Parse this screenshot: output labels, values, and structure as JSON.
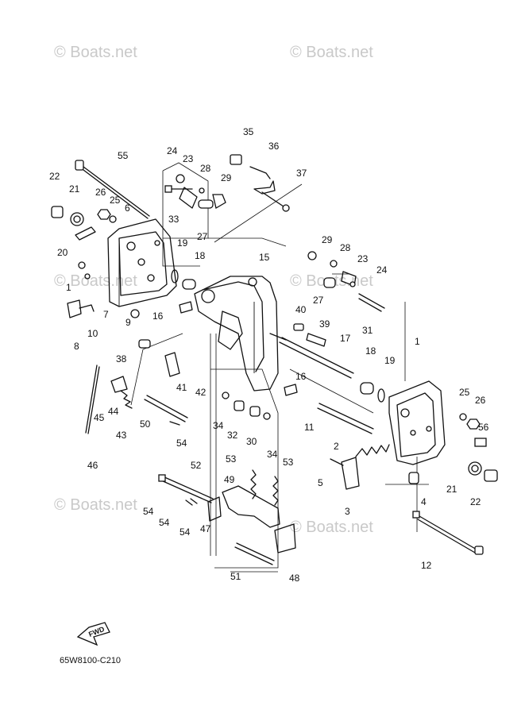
{
  "watermark": {
    "text": "© Boats.net"
  },
  "diagram": {
    "code": "65W8100-C210",
    "fwd_label": "FWD",
    "callouts": [
      "55",
      "22",
      "21",
      "26",
      "25",
      "6",
      "24",
      "23",
      "28",
      "29",
      "33",
      "27",
      "35",
      "36",
      "37",
      "20",
      "19",
      "18",
      "15",
      "29",
      "28",
      "23",
      "24",
      "1",
      "10",
      "7",
      "8",
      "9",
      "16",
      "40",
      "39",
      "27",
      "31",
      "38",
      "41",
      "42",
      "17",
      "18",
      "19",
      "1",
      "25",
      "26",
      "56",
      "45",
      "44",
      "43",
      "50",
      "54",
      "34",
      "32",
      "30",
      "34",
      "16",
      "11",
      "2",
      "46",
      "52",
      "53",
      "53",
      "5",
      "3",
      "21",
      "22",
      "4",
      "49",
      "54",
      "54",
      "54",
      "47",
      "51",
      "48",
      "12"
    ]
  }
}
